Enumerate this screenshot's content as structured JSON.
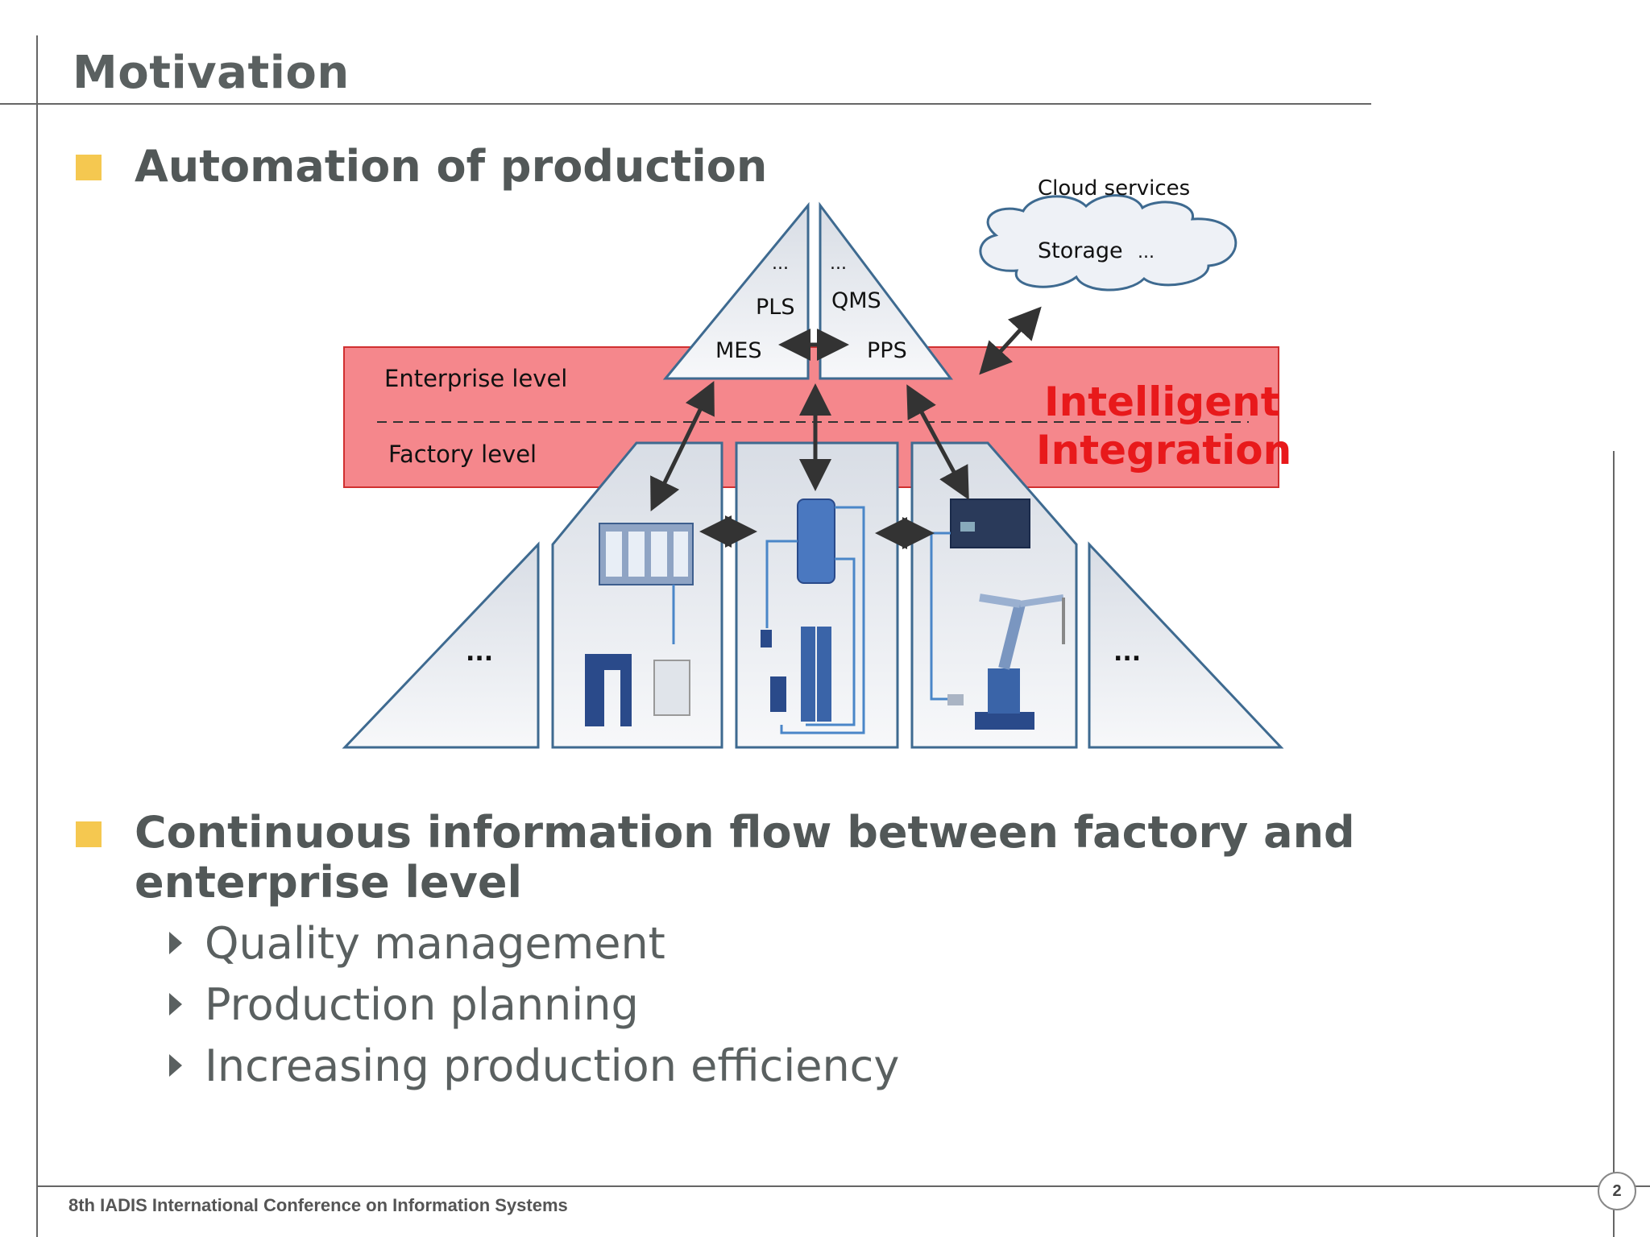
{
  "slide": {
    "title": "Motivation",
    "bullets": [
      {
        "text": "Automation of production"
      },
      {
        "text": "Continuous information flow between factory and enterprise level",
        "sub_items": [
          "Quality management",
          "Production planning",
          "Increasing production efficiency"
        ]
      }
    ],
    "footer": "8th IADIS International Conference on Information Systems",
    "page_number": "2"
  },
  "diagram": {
    "cloud_title": "Cloud services",
    "cloud_items": [
      "Storage",
      "..."
    ],
    "enterprise_label": "Enterprise level",
    "factory_label": "Factory level",
    "integration_line1": "Intelligent",
    "integration_line2": "Integration",
    "left_pyramid": {
      "top": "...",
      "mid": "PLS",
      "bottom": "MES"
    },
    "right_pyramid": {
      "top": "...",
      "mid": "QMS",
      "bottom": "PPS"
    },
    "left_ellipsis": "...",
    "right_ellipsis": "...",
    "colors": {
      "band": "#f5878c",
      "band_border": "#d03030",
      "integration": "#e8191b",
      "accent": "#f5c850"
    }
  }
}
